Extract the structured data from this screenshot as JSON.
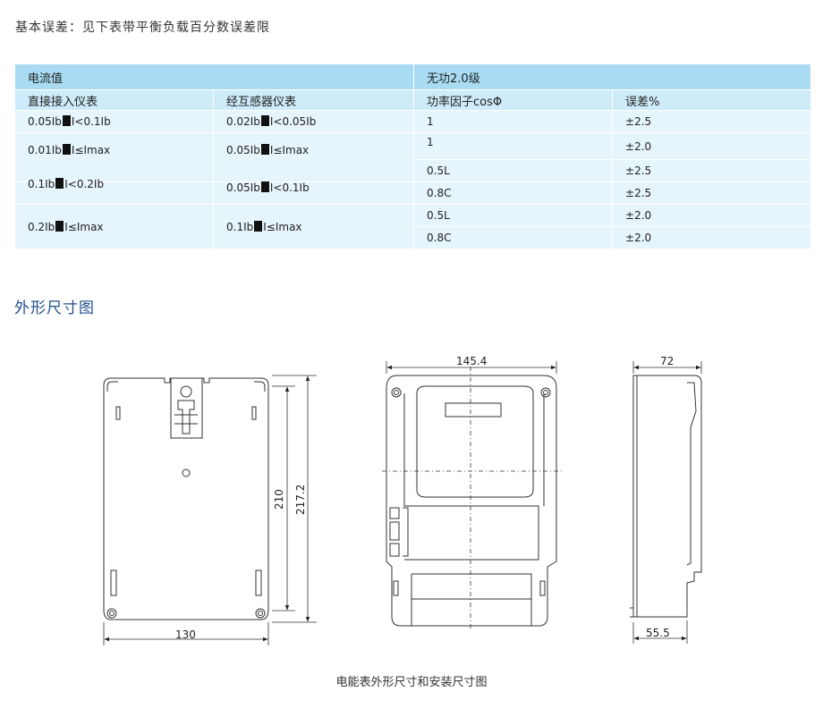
{
  "intro": "基本误差：见下表带平衡负载百分数误差限",
  "table": {
    "head_current": "电流值",
    "head_class": "无功2.0级",
    "sub_direct": "直接接入仪表",
    "sub_ct": "经互感器仪表",
    "sub_pf": "功率因子cosΦ",
    "sub_err": "误差%",
    "rows": [
      {
        "d1": "0.05Ib",
        "d2": "I<0.1Ib",
        "c1": "0.02Ib",
        "c2": "I<0.05Ib",
        "pf": "1",
        "err": "±2.5"
      },
      {
        "d1": "0.01Ib",
        "d2": "I≤Imax",
        "c1": "0.05Ib",
        "c2": "I≤Imax",
        "pf": "1",
        "err": "±2.0"
      },
      {
        "pf": "0.5L",
        "err": "±2.5"
      },
      {
        "d1": "0.1Ib",
        "d2": "I<0.2Ib",
        "c1": "0.05Ib",
        "c2": "I<0.1Ib",
        "pf": "0.8C",
        "err": "±2.5"
      },
      {
        "pf": "0.5L",
        "err": "±2.0"
      },
      {
        "d1": "0.2Ib",
        "d2": "I≤Imax",
        "c1": "0.1Ib",
        "c2": "I≤Imax",
        "pf": "0.8C",
        "err": "±2.0"
      }
    ]
  },
  "section_title": "外形尺寸图",
  "dimensions": {
    "back_width": "130",
    "back_height_inner": "210",
    "back_height_outer": "217.2",
    "front_width": "145.4",
    "side_depth": "72",
    "side_bottom": "55.5"
  },
  "caption": "电能表外形尺寸和安装尺寸图",
  "colors": {
    "header": "#a9dcf2",
    "subheader": "#cdebf8",
    "row": "#e6f4fb",
    "section_title": "#1f4f8f"
  }
}
